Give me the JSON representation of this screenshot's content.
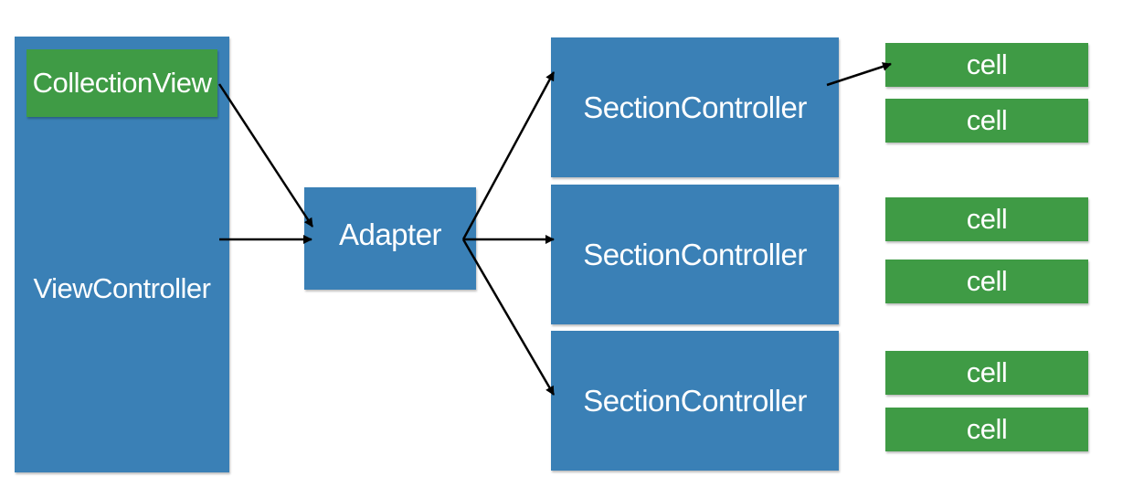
{
  "diagram": {
    "view_controller": "ViewController",
    "collection_view": "CollectionView",
    "adapter": "Adapter",
    "section_controllers": [
      "SectionController",
      "SectionController",
      "SectionController"
    ],
    "cells": [
      "cell",
      "cell",
      "cell",
      "cell",
      "cell",
      "cell"
    ],
    "colors": {
      "blue": "#3a80b6",
      "green": "#3f9b45",
      "arrow": "#000000",
      "text": "#ffffff"
    }
  }
}
